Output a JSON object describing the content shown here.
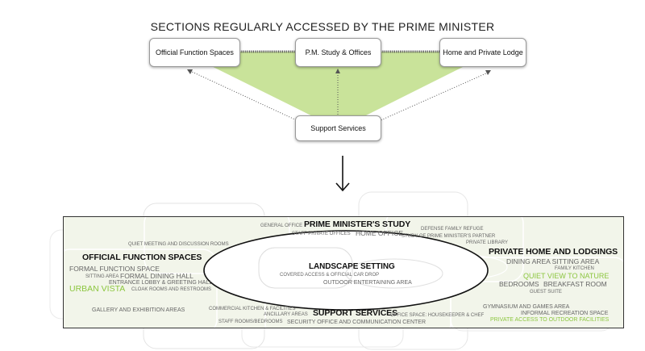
{
  "title": "SECTIONS REGULARLY ACCESSED BY THE PRIME MINISTER",
  "boxes": {
    "official": "Official Function Spaces",
    "study": "P.M. Study & Offices",
    "home": "Home and Private Lodge",
    "support": "Support Services"
  },
  "colors": {
    "accent_green": "#c9e39a",
    "label_green": "#8cc63f",
    "panel_bg": "#f2f5ea"
  },
  "map": {
    "center_title": "LANDSCAPE SETTING",
    "center_sub1": "COVERED ACCESS & OFFICIAL CAR DROP",
    "center_sub2": "OUTDOOR ENTERTAINING AREA",
    "pm_study": {
      "heading": "PRIME MINISTER'S STUDY",
      "general_office": "GENERAL OFFICE",
      "staff_private": "STAFF PRIVATE OFFICES",
      "home_office": "HOME OFFICE",
      "defense_refuge": "DEFENSE FAMILY REFUGE",
      "study_partner": "STUDY OF PRIME MINISTER'S PARTNER",
      "private_library": "PRIVATE LIBRARY"
    },
    "official": {
      "quiet_meeting": "QUIET MEETING AND DISCUSSION ROOMS",
      "heading": "OFFICIAL FUNCTION SPACES",
      "formal_function": "FORMAL FUNCTION SPACE",
      "sitting_area": "SITTING AREA",
      "formal_dining": "FORMAL DINING HALL",
      "entrance_lobby": "ENTRANCE LOBBY & GREETING HALL",
      "urban_vista": "URBAN VISTA",
      "cloak_rooms": "CLOAK ROOMS AND RESTROOMS",
      "gallery": "GALLERY AND EXHIBITION AREAS"
    },
    "home": {
      "heading": "PRIVATE HOME AND LODGINGS",
      "dining_sitting": "DINING AREA SITTING AREA",
      "family_kitchen": "FAMILY KITCHEN",
      "quiet_view": "QUIET VIEW TO NATURE",
      "bedrooms": "BEDROOMS",
      "breakfast_room": "BREAKFAST ROOM",
      "guest_suite": "GUEST SUITE",
      "gymnasium": "GYMNASIUM AND GAMES AREA",
      "informal_rec": "INFORMAL RECREATION SPACE",
      "private_access": "PRIVATE ACCESS TO OUTDOOR FACILITIES"
    },
    "support": {
      "commercial_kitchen": "COMMERCIAL KITCHEN & FACILITIES",
      "ancillary": "ANCILLARY AREAS",
      "heading": "SUPPORT SERVICES",
      "office_space": "OFFICE SPACE: HOUSEKEEPER & CHEF",
      "staff_rooms": "STAFF ROOMS/BEDROOMS",
      "security": "SECURITY OFFICE AND COMMUNICATION CENTER"
    }
  }
}
